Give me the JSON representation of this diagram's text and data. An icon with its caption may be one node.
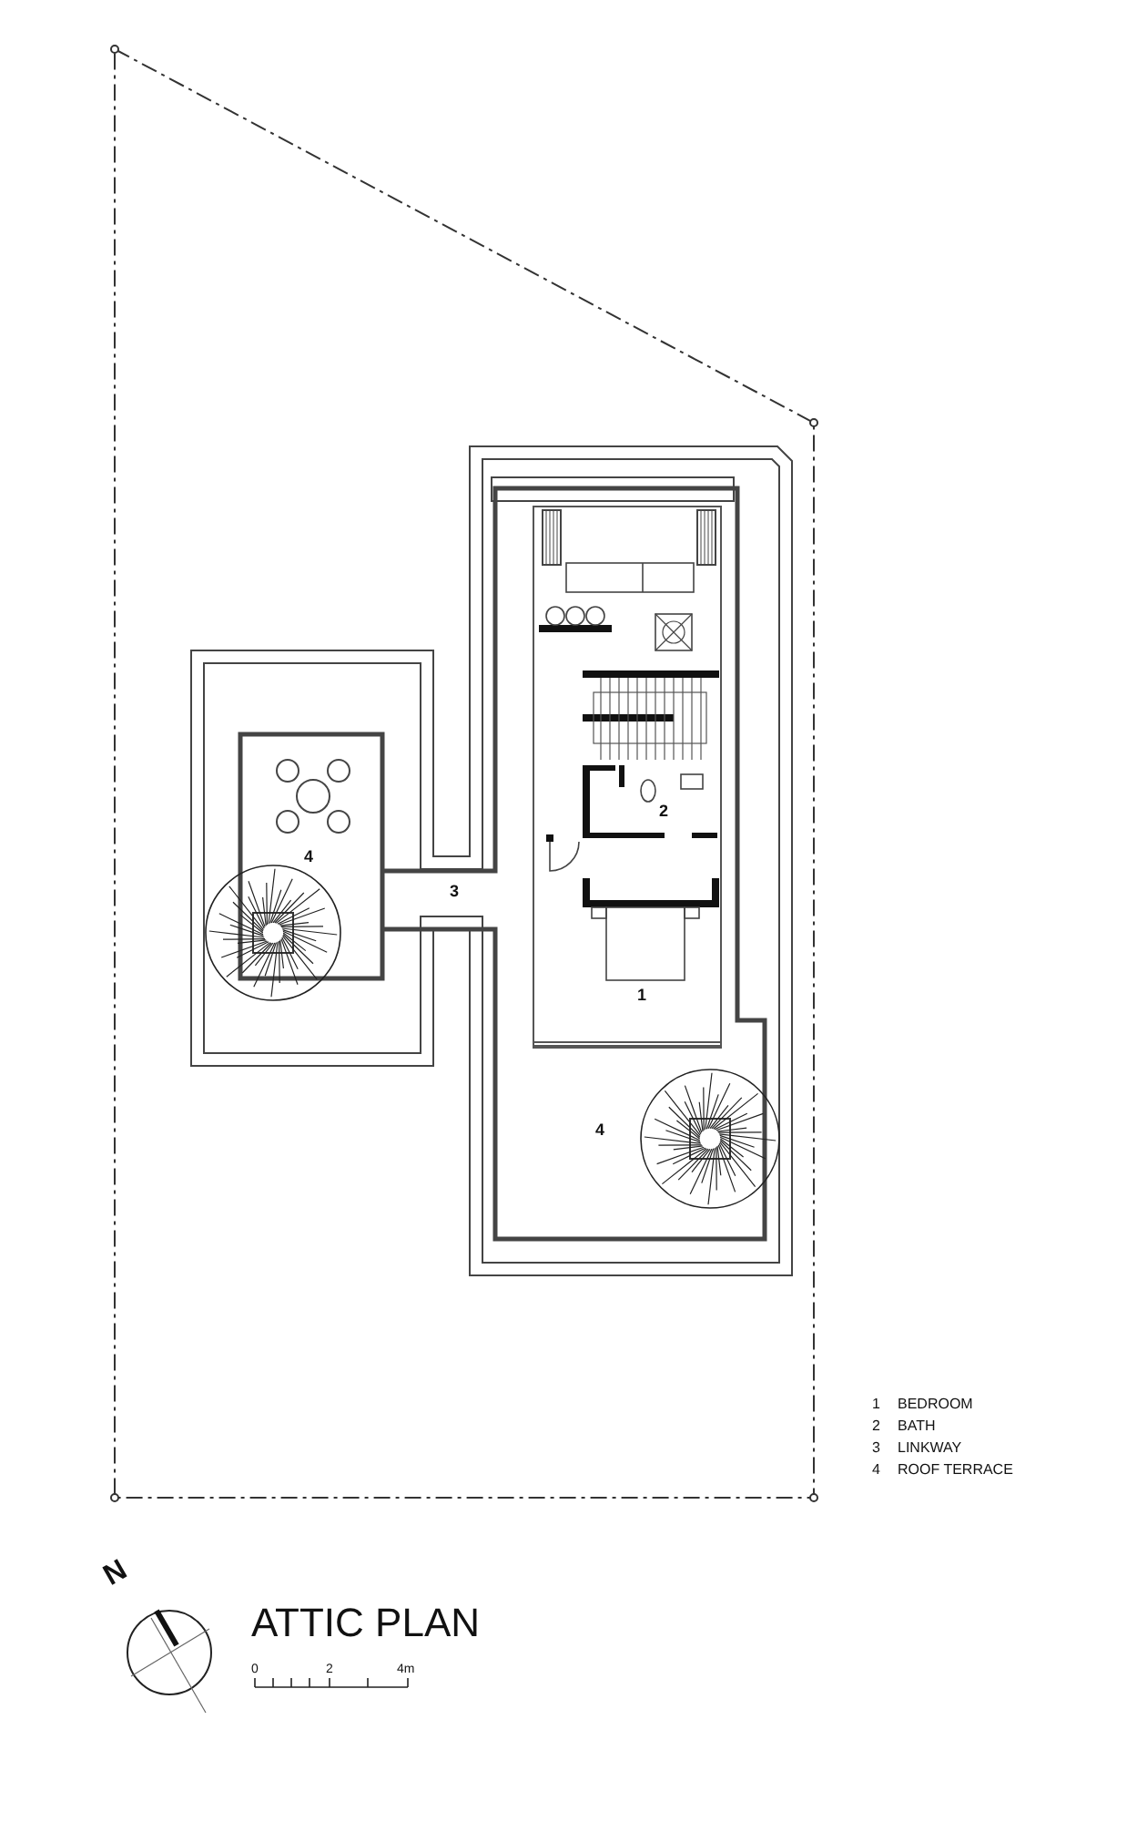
{
  "diagram": {
    "title": "ATTIC PLAN",
    "labels": [
      "2",
      "4",
      "3",
      "1",
      "4",
      "1",
      "BEDROOM",
      "2",
      "BATH",
      "3",
      "LINKWAY",
      "4",
      "ROOF TERRACE",
      "N",
      "0",
      "2",
      "4m"
    ]
  }
}
